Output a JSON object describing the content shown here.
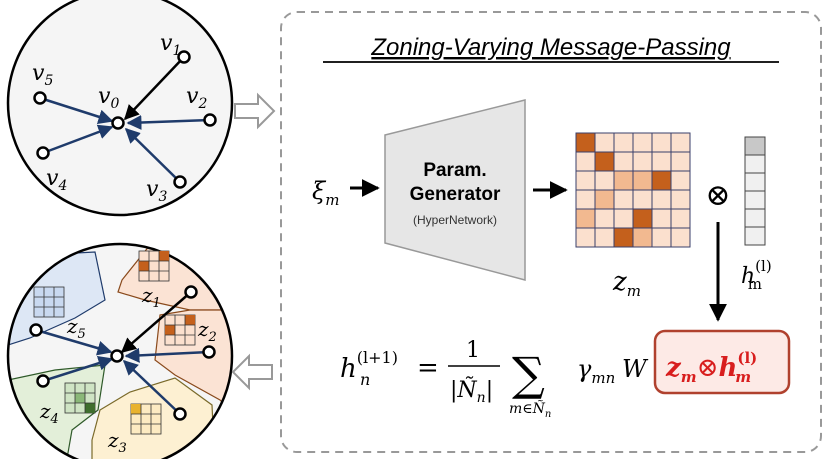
{
  "title": "Zoning-Varying Message-Passing",
  "top_graph": {
    "center": {
      "var": "v",
      "sub": "0"
    },
    "neighbors": [
      {
        "var": "v",
        "sub": "1"
      },
      {
        "var": "v",
        "sub": "2"
      },
      {
        "var": "v",
        "sub": "3"
      },
      {
        "var": "v",
        "sub": "4"
      },
      {
        "var": "v",
        "sub": "5"
      }
    ]
  },
  "zoned_graph": {
    "zones": [
      {
        "var": "z",
        "sub": "1",
        "color": "#fbe3d4"
      },
      {
        "var": "z",
        "sub": "2",
        "color": "#fbe3d4"
      },
      {
        "var": "z",
        "sub": "3",
        "color": "#fdf0d2"
      },
      {
        "var": "z",
        "sub": "4",
        "color": "#e3efd9"
      },
      {
        "var": "z",
        "sub": "5",
        "color": "#dde7f5"
      }
    ]
  },
  "generator": {
    "input_var": "ξ",
    "input_sub": "m",
    "line1": "Param.",
    "line2": "Generator",
    "line3": "(HyperNetwork)"
  },
  "matrix_label": {
    "var": "z",
    "sub": "m"
  },
  "otimes": "⊗",
  "hidden_label": {
    "var": "h",
    "sub": "m",
    "sup": "(l)"
  },
  "formula": {
    "lhs_var": "h",
    "lhs_sub": "n",
    "lhs_sup": "(l+1)",
    "equals": "=",
    "numerator": "1",
    "denominator": "|Ñ",
    "denominator_sub": "n",
    "denominator_close": "|",
    "sum": "∑",
    "sum_sub": "m∈Ñ",
    "sum_sub2": "n",
    "gamma": "γ",
    "gamma_sub": "mn",
    "weight": "W",
    "box_z": "z",
    "box_z_sub": "m",
    "box_otimes": "⊗",
    "box_h": "h",
    "box_h_sub": "m",
    "box_h_sup": "(l)"
  },
  "colors": {
    "edge": "#1f3b6b",
    "highlight_edge": "#000000",
    "matrix_dark": "#c4601c",
    "matrix_mid": "#f2b990",
    "matrix_light": "#fbe0ce",
    "formula_red": "#d81e1e",
    "formula_box_fill": "#fdeae6",
    "formula_box_stroke": "#b0412e"
  }
}
